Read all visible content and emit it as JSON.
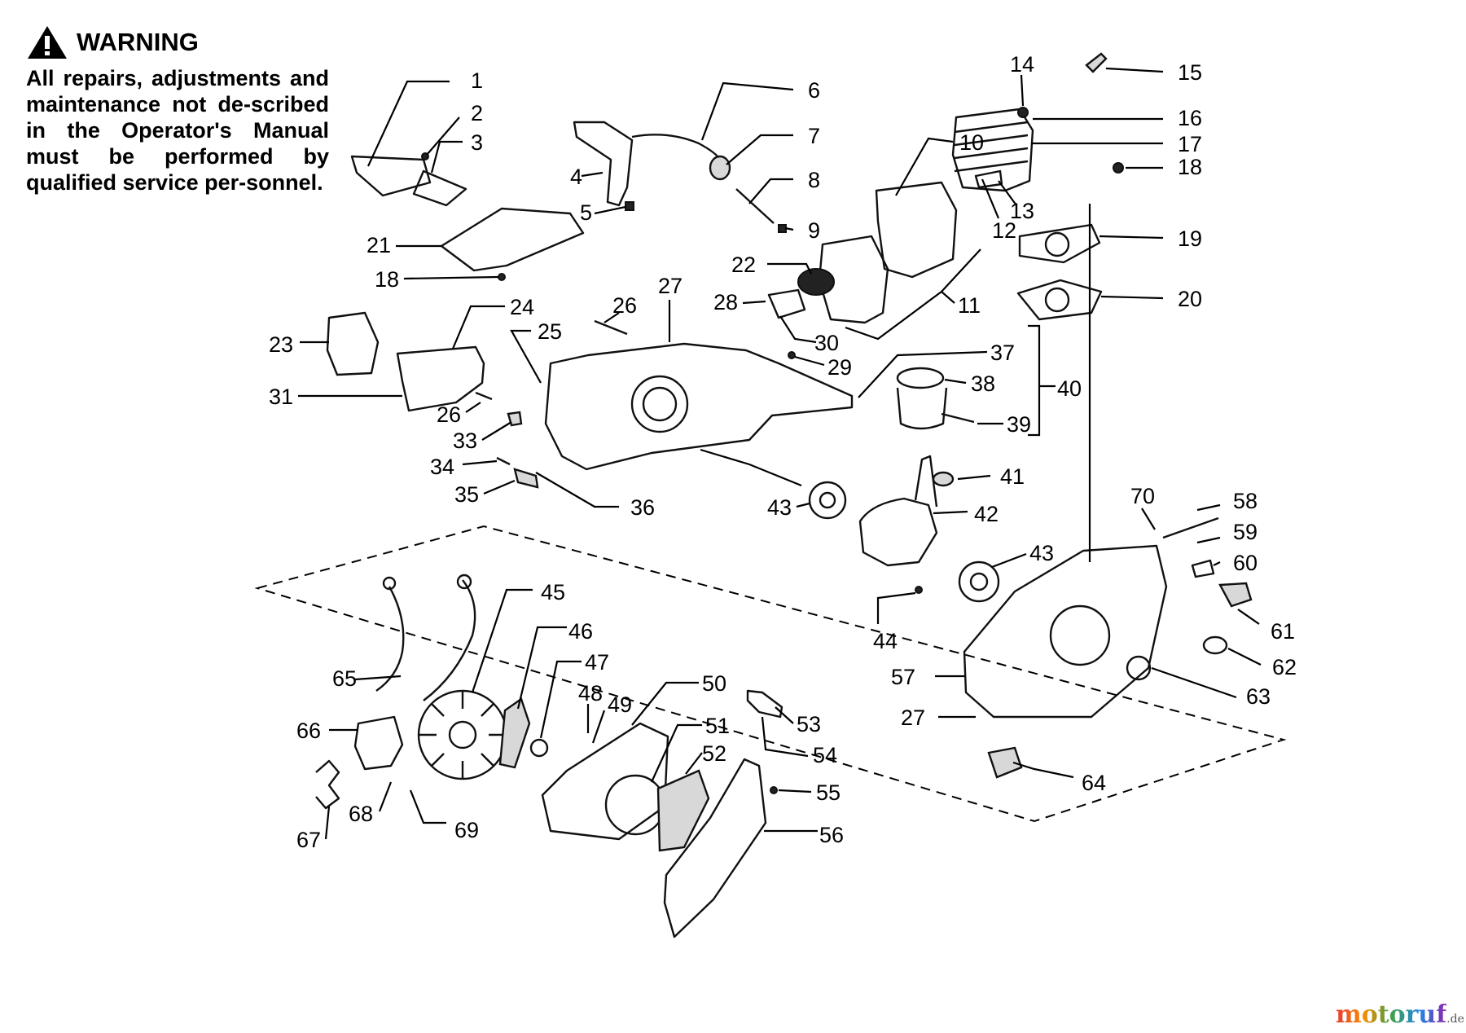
{
  "warning": {
    "title": "WARNING",
    "body": "All repairs, adjustments and maintenance not de-scribed in the Operator's Manual must be performed by qualified service per-sonnel."
  },
  "callouts": {
    "c1": "1",
    "c2": "2",
    "c3": "3",
    "c4": "4",
    "c5": "5",
    "c6": "6",
    "c7": "7",
    "c8": "8",
    "c9": "9",
    "c10": "10",
    "c11": "11",
    "c12": "12",
    "c13": "13",
    "c14": "14",
    "c15": "15",
    "c16": "16",
    "c17": "17",
    "c18a": "18",
    "c18b": "18",
    "c19": "19",
    "c20": "20",
    "c21": "21",
    "c22": "22",
    "c23": "23",
    "c24": "24",
    "c25": "25",
    "c26a": "26",
    "c26b": "26",
    "c27a": "27",
    "c27b": "27",
    "c28": "28",
    "c29": "29",
    "c30": "30",
    "c31": "31",
    "c33": "33",
    "c34": "34",
    "c35": "35",
    "c36": "36",
    "c37": "37",
    "c38": "38",
    "c39": "39",
    "c40": "40",
    "c41": "41",
    "c42": "42",
    "c43a": "43",
    "c43b": "43",
    "c44": "44",
    "c45": "45",
    "c46": "46",
    "c47": "47",
    "c48": "48",
    "c49": "49",
    "c50": "50",
    "c51": "51",
    "c52": "52",
    "c53": "53",
    "c54": "54",
    "c55": "55",
    "c56": "56",
    "c57": "57",
    "c58": "58",
    "c59": "59",
    "c60": "60",
    "c61": "61",
    "c62": "62",
    "c63": "63",
    "c64": "64",
    "c65": "65",
    "c66": "66",
    "c67": "67",
    "c68": "68",
    "c69": "69",
    "c70": "70"
  },
  "watermark": {
    "text": "motoruf",
    "domain": ".de"
  },
  "icons": {
    "warning": "warning-triangle-icon"
  }
}
